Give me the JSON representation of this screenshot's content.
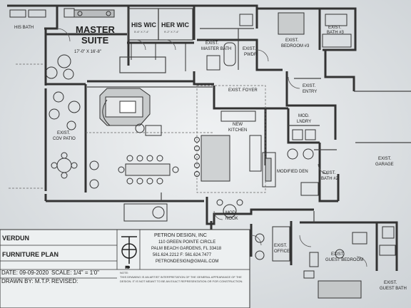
{
  "rooms": {
    "his_bath": "HIS BATH",
    "master_suite_1": "MASTER",
    "master_suite_2": "SUITE",
    "master_suite_dims": "17'-0\" X 16'-8\"",
    "his_wic": "HIS WIC",
    "his_wic_dims": "5'-6\" X 7'-4\"",
    "her_wic": "HER WIC",
    "her_wic_dims": "9'-2\" X 7'-4\"",
    "exist_master_bath_1": "EXIST.",
    "exist_master_bath_2": "MASTER BATH",
    "exist_pwdr_1": "EXIST.",
    "exist_pwdr_2": "PWDR",
    "exist_bedroom3_1": "EXIST.",
    "exist_bedroom3_2": "BEDROOM #3",
    "exist_bath3_1": "EXIST.",
    "exist_bath3_2": "BATH #3",
    "exist_foyer": "EXIST. FOYER",
    "exist_entry_1": "EXIST.",
    "exist_entry_2": "ENTRY",
    "exist_cov_patio_1": "EXIST.",
    "exist_cov_patio_2": "COV PATIO",
    "new_kitchen_1": "NEW",
    "new_kitchen_2": "KITCHEN",
    "mod_lndry_1": "MOD.",
    "mod_lndry_2": "LNDRY",
    "modified_den": "MODIFIED DEN",
    "exist_bath2_1": "EXIST.",
    "exist_bath2_2": "BATH #2",
    "exist_garage_1": "EXIST.",
    "exist_garage_2": "GARAGE",
    "mod_nook_1": "MOD.",
    "mod_nook_2": "NOOK",
    "exist_office_1": "EXIST.",
    "exist_office_2": "OFFICE",
    "exist_guest_bedroom_1": "EXIST.",
    "exist_guest_bedroom_2": "GUEST BEDROOM",
    "exist_guest_bath_1": "EXIST.",
    "exist_guest_bath_2": "GUEST BATH"
  },
  "title_block": {
    "project": "VERDUN",
    "sheet_title": "FURNITURE PLAN",
    "date": "DATE: 09-09-2020",
    "scale": "SCALE: 1/4\" = 1'0\"",
    "drawn_by": "DRAWN BY: M.T.P.",
    "revised": "REVISED:",
    "logo_letters": "PD",
    "company": "PETRON DESIGN, INC",
    "address_1": "110 GREEN POINTE CIRCLE",
    "address_2": "PALM BEACH GARDENS, FL 33418",
    "phone": "561.624.2212  F: 561.624.7477",
    "email": "PETRONDESIGN@GMAIL.COM",
    "note_label": "NOTE:",
    "note_1": "THIS DRAWING IS AN ARTIST INTERPRETATION OF THE GENERAL APPEARANCE OF THE",
    "note_2": "DESIGN. IT IS NOT MEANT TO BE AN EXACT REPRESENTATION OR FOR CONSTRUCTION."
  }
}
